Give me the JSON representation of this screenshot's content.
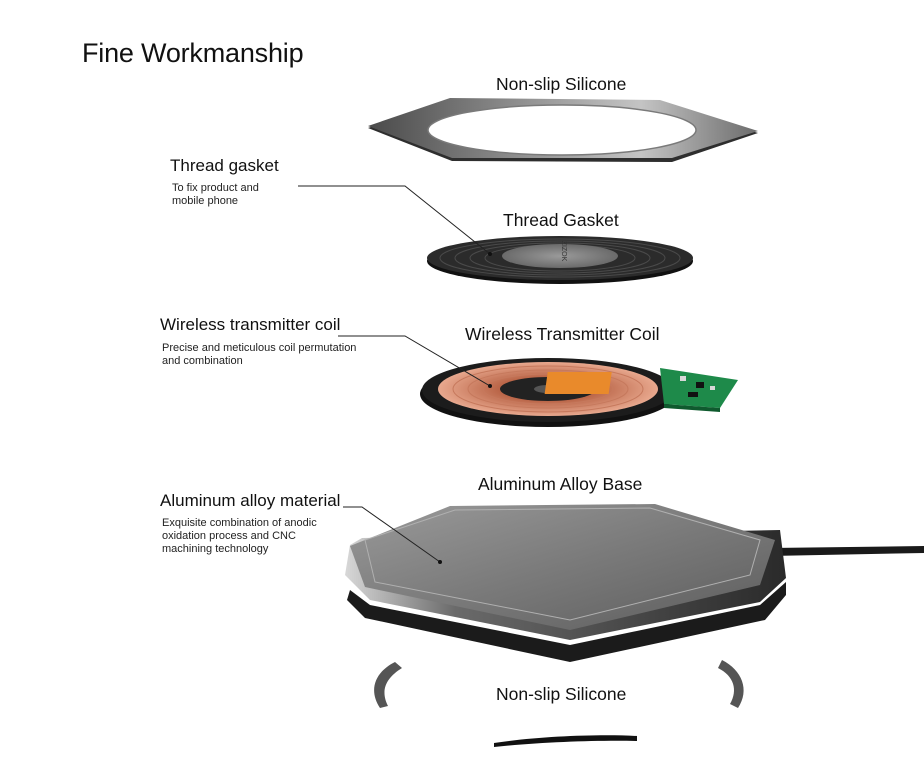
{
  "title": "Fine Workmanship",
  "parts": [
    {
      "label": "Non-slip Silicone"
    },
    {
      "label": "Thread Gasket"
    },
    {
      "label": "Wireless Transmitter Coil"
    },
    {
      "label": "Aluminum Alloy Base"
    },
    {
      "label": "Non-slip Silicone"
    }
  ],
  "callouts": [
    {
      "heading": "Thread gasket",
      "description": "To fix product and\nmobile phone"
    },
    {
      "heading": "Wireless transmitter coil",
      "description": "Precise and meticulous coil permutation\nand combination"
    },
    {
      "heading": "Aluminum alloy material",
      "description": "Exquisite combination of anodic\noxidation process and CNC\nmachining technology"
    }
  ],
  "gasket_logo_text": "ZIZOK"
}
